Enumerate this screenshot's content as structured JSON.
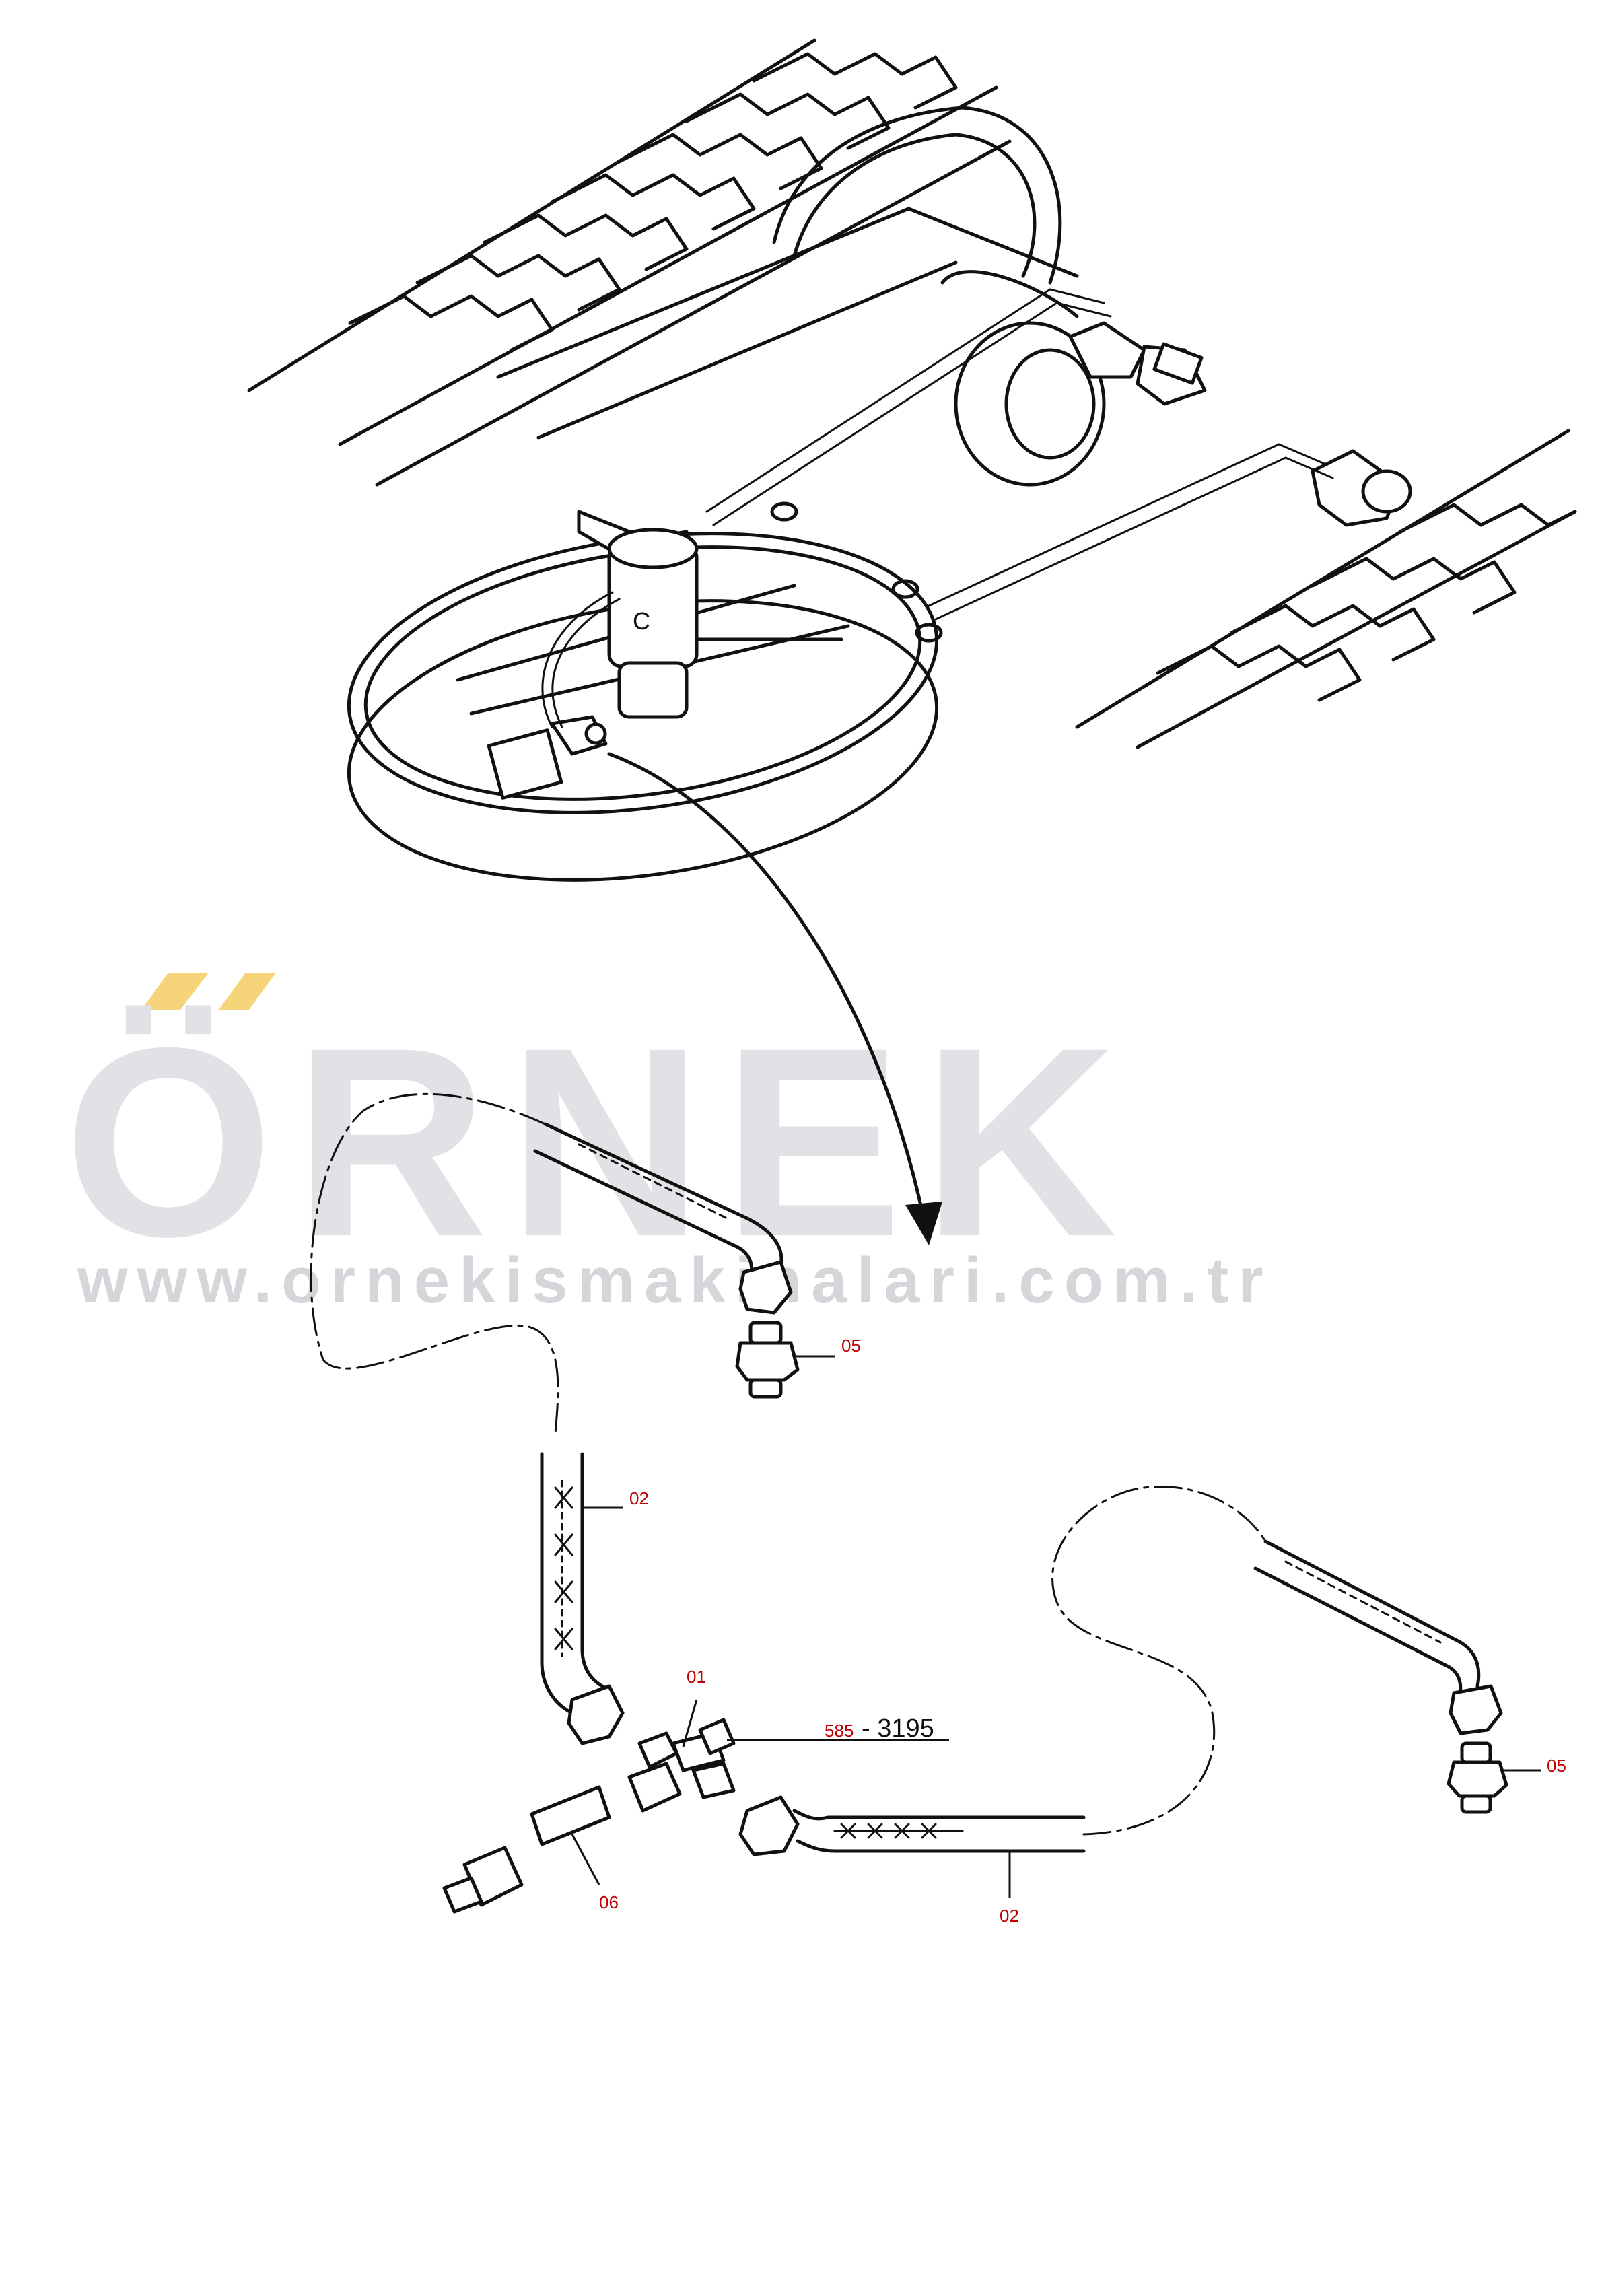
{
  "watermark": {
    "brand": "ÖRNEK",
    "url": "www.ornekismakinalari.com.tr",
    "accent_color": "#f5d47a",
    "text_color": "#e2e2e6"
  },
  "callouts": {
    "part_01": "01",
    "part_02_left": "02",
    "part_02_right": "02",
    "part_05_left": "05",
    "part_05_right": "05",
    "part_06": "06",
    "ref_prefix": "585",
    "ref_code": "- 3195"
  },
  "colors": {
    "line": "#111111",
    "callout": "#c00000"
  }
}
